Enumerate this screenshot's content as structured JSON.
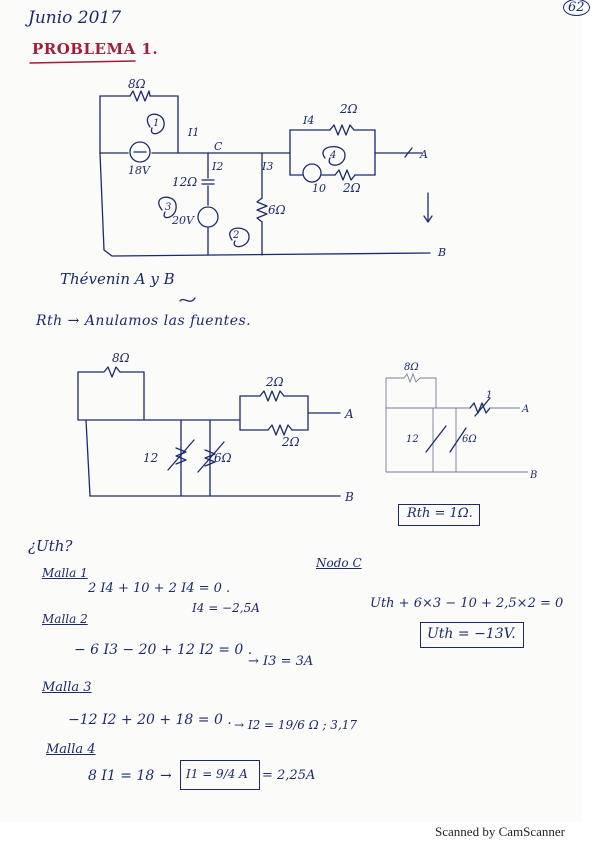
{
  "header": {
    "date": "Junio 2017",
    "page_number": "62",
    "problem_title": "PROBLEMA 1."
  },
  "circuit1": {
    "r_top": "8Ω",
    "r_right_top": "2Ω",
    "r_right_bottom": "2Ω",
    "r_mid": "12Ω",
    "r_right": "6Ω",
    "v_left": "18V",
    "v_mid": "20V",
    "v_right": "10",
    "node_c": "C",
    "term_a": "A",
    "term_b": "B",
    "i1": "I1",
    "i2": "I2",
    "i3": "I3",
    "i4": "I4",
    "mesh1": "1",
    "mesh2": "2",
    "mesh3": "3",
    "mesh4": "4"
  },
  "thevenin_heading": "Thévenin A y B",
  "rth_line": "Rth → Anulamos las fuentes.",
  "circuit2": {
    "r_top": "8Ω",
    "r_right_top": "2Ω",
    "r_right_bottom": "2Ω",
    "r_left": "12",
    "r_right": "6Ω",
    "term_a": "A",
    "term_b": "B"
  },
  "circuit3": {
    "r_top": "8Ω",
    "r_mid": "12",
    "r_right": "6Ω",
    "r_series": "1",
    "term_a": "A",
    "term_b": "B",
    "result": "Rth = 1Ω."
  },
  "uth_heading": "¿Uth?",
  "nodo_c": {
    "label": "Nodo C",
    "equation": "Uth + 6×3 − 10 + 2,5×2 = 0",
    "result": "Uth = −13V."
  },
  "mallas": [
    {
      "label": "Malla 1",
      "lines": [
        "2 I4 + 10 + 2 I4 = 0 .",
        "I4 = −2,5A"
      ]
    },
    {
      "label": "Malla 2",
      "lines": [
        "− 6 I3 − 20 + 12 I2 = 0 .",
        "→ I3 = 3A"
      ]
    },
    {
      "label": "Malla 3",
      "lines": [
        "−12 I2 + 20 + 18 = 0 .",
        "→ I2 = 19/6 Ω ; 3,17"
      ]
    },
    {
      "label": "Malla 4",
      "lines": [
        "8 I1 = 18",
        "→",
        "I1 = 9/4 A",
        "= 2,25A"
      ]
    }
  ],
  "footer": "Scanned by CamScanner"
}
